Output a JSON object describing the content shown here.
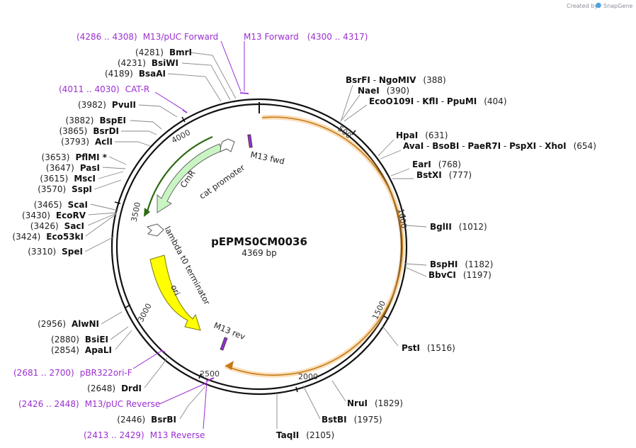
{
  "plasmid": {
    "name": "pEPMS0CM0036",
    "length_label": "4369 bp"
  },
  "brand": {
    "created_by": "Created by",
    "product": "SnapGene"
  },
  "ticks": [
    "500",
    "1000",
    "1500",
    "2000",
    "2500",
    "3000",
    "3500",
    "4000"
  ],
  "features": {
    "cmr": "CmR",
    "cat_promoter": "cat promoter",
    "lambda": "lambda t0 terminator",
    "ori": "ori",
    "m13fwd": "M13 fwd",
    "m13rev": "M13 rev"
  },
  "sites_right": [
    {
      "names": [
        "BsrFI",
        "NgoMIV"
      ],
      "pos": "(388)"
    },
    {
      "names": [
        "NaeI"
      ],
      "pos": "(390)"
    },
    {
      "names": [
        "EcoO109I",
        "KflI",
        "PpuMI"
      ],
      "pos": "(404)"
    },
    {
      "names": [
        "HpaI"
      ],
      "pos": "(631)"
    },
    {
      "names": [
        "AvaI",
        "BsoBI",
        "PaeR7I",
        "PspXI",
        "XhoI"
      ],
      "pos": "(654)"
    },
    {
      "names": [
        "EarI"
      ],
      "pos": "(768)"
    },
    {
      "names": [
        "BstXI"
      ],
      "pos": "(777)"
    },
    {
      "names": [
        "BglII"
      ],
      "pos": "(1012)"
    },
    {
      "names": [
        "BspHI"
      ],
      "pos": "(1182)"
    },
    {
      "names": [
        "BbvCI"
      ],
      "pos": "(1197)"
    },
    {
      "names": [
        "PstI"
      ],
      "pos": "(1516)"
    },
    {
      "names": [
        "NruI"
      ],
      "pos": "(1829)"
    },
    {
      "names": [
        "BstBI"
      ],
      "pos": "(1975)"
    },
    {
      "names": [
        "TaqII"
      ],
      "pos": "(2105)"
    }
  ],
  "sites_left": [
    {
      "pos": "(4281)",
      "name": "BmrI"
    },
    {
      "pos": "(4231)",
      "name": "BsiWI"
    },
    {
      "pos": "(4189)",
      "name": "BsaAI"
    },
    {
      "pos": "(3982)",
      "name": "PvuII"
    },
    {
      "pos": "(3882)",
      "name": "BspEI"
    },
    {
      "pos": "(3865)",
      "name": "BsrDI"
    },
    {
      "pos": "(3793)",
      "name": "AclI"
    },
    {
      "pos": "(3653)",
      "name": "PflMI *"
    },
    {
      "pos": "(3647)",
      "name": "PasI"
    },
    {
      "pos": "(3615)",
      "name": "MscI"
    },
    {
      "pos": "(3570)",
      "name": "SspI"
    },
    {
      "pos": "(3465)",
      "name": "ScaI"
    },
    {
      "pos": "(3430)",
      "name": "EcoRV"
    },
    {
      "pos": "(3426)",
      "name": "SacI"
    },
    {
      "pos": "(3424)",
      "name": "Eco53kI"
    },
    {
      "pos": "(3310)",
      "name": "SpeI"
    },
    {
      "pos": "(2956)",
      "name": "AlwNI"
    },
    {
      "pos": "(2880)",
      "name": "BsiEI"
    },
    {
      "pos": "(2854)",
      "name": "ApaLI"
    },
    {
      "pos": "(2648)",
      "name": "DrdI"
    },
    {
      "pos": "(2446)",
      "name": "BsrBI"
    }
  ],
  "primers": [
    {
      "range": "(4286 .. 4308)",
      "name": "M13/pUC Forward"
    },
    {
      "range": "(4300 .. 4317)",
      "name": "M13 Forward"
    },
    {
      "range": "(4011 .. 4030)",
      "name": "CAT-R"
    },
    {
      "range": "(2681 .. 2700)",
      "name": "pBR322ori-F"
    },
    {
      "range": "(2426 .. 2448)",
      "name": "M13/pUC Reverse"
    },
    {
      "range": "(2413 .. 2429)",
      "name": "M13 Reverse"
    }
  ],
  "colors": {
    "primer": "#9b2fd0",
    "cmr": "#c9f5c3",
    "cmr_dark": "#2e6a12",
    "ori": "#ffff00",
    "orange_arc": "#f0a23a",
    "backbone": "#111111"
  }
}
